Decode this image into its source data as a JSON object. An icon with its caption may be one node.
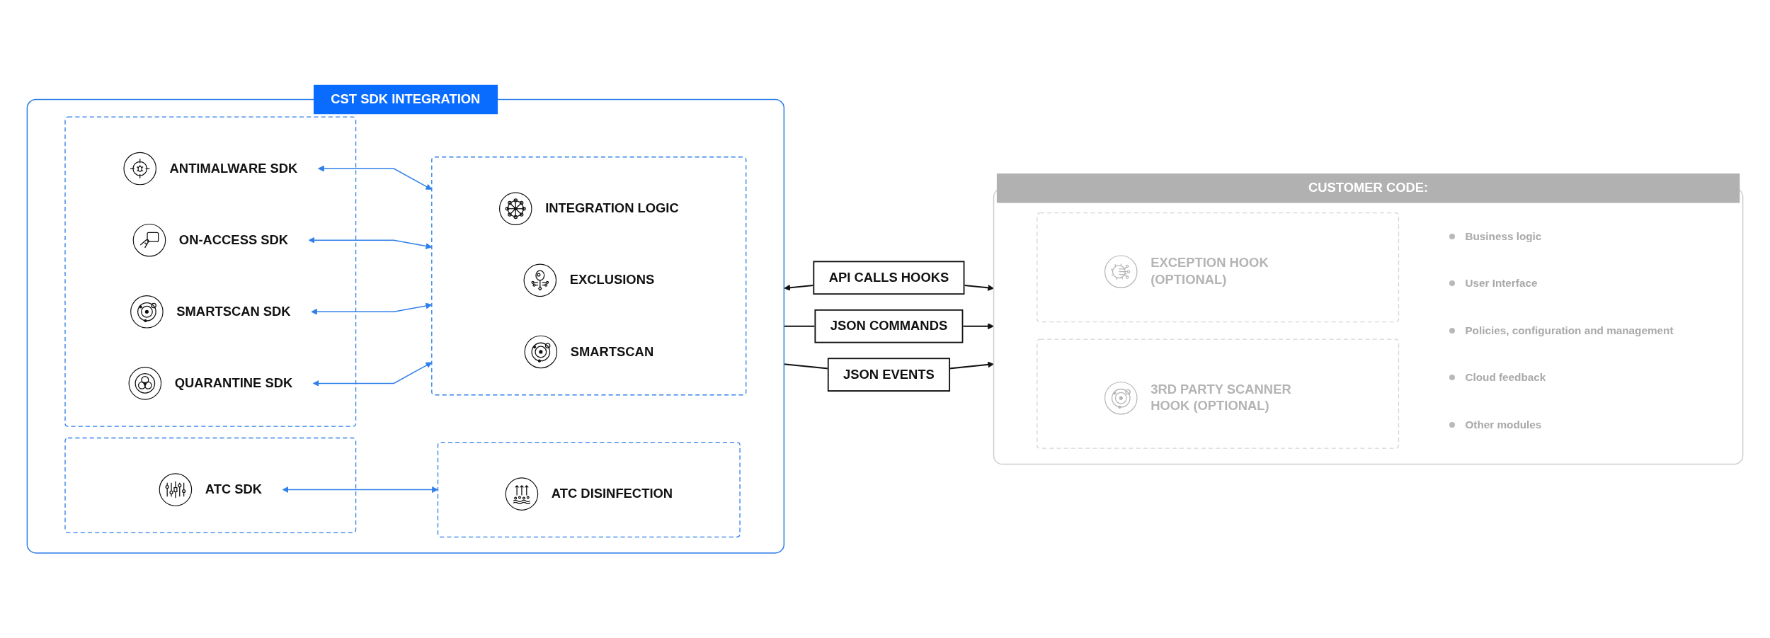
{
  "diagram": {
    "nodes": [
      {
        "text": [
          "CST SDK INTEGRATION"
        ]
      },
      {
        "text": [],
        "shape": "box",
        "in": 0
      },
      {
        "text": [
          "ANTIMALWARE SDK"
        ],
        "in": 1
      },
      {
        "text": [
          "ON-ACCESS SDK"
        ],
        "in": 1
      },
      {
        "text": [
          "SMARTSCAN SDK"
        ],
        "in": 1
      },
      {
        "text": [
          "QUARANTINE SDK"
        ],
        "in": 1
      },
      {
        "text": [],
        "shape": "box",
        "in": 0
      },
      {
        "text": [
          "INTEGRATION LOGIC"
        ],
        "in": 6
      },
      {
        "text": [
          "EXCLUSIONS"
        ],
        "in": 6
      },
      {
        "text": [
          "SMARTSCAN"
        ],
        "in": 6
      },
      {
        "text": [],
        "shape": "box",
        "in": 0
      },
      {
        "text": [
          "ATC SDK"
        ],
        "in": 10
      },
      {
        "text": [],
        "shape": "box",
        "in": 0
      },
      {
        "text": [
          "ATC DISINFECTION"
        ],
        "in": 12
      },
      {
        "text": [
          "CUSTOMER CODE:",
          "Business logic",
          "User Interface",
          "Policies, configuration and management",
          "Cloud feedback",
          "Other modules"
        ]
      },
      {
        "text": [],
        "shape": "box",
        "in": 14
      },
      {
        "text": [
          "EXCEPTION HOOK (OPTIONAL)"
        ],
        "in": 15
      },
      {
        "text": [],
        "shape": "box",
        "in": 14
      },
      {
        "text": [
          "3RD PARTY SCANNER HOOK (OPTIONAL)"
        ],
        "in": 17
      }
    ],
    "edges": [
      {
        "from": 2,
        "to": 6,
        "arrow": "both"
      },
      {
        "from": 3,
        "to": 6,
        "arrow": "both"
      },
      {
        "from": 4,
        "to": 6,
        "arrow": "both"
      },
      {
        "from": 5,
        "to": 6,
        "arrow": "both"
      },
      {
        "from": 11,
        "to": 12,
        "arrow": "both"
      },
      {
        "from": 0,
        "to": 14,
        "arrow": "both",
        "label": "API CALLS HOOKS",
        "color": "#111111"
      },
      {
        "from": 0,
        "to": 14,
        "arrow": "to",
        "label": "JSON COMMANDS",
        "color": "#111111"
      },
      {
        "from": 0,
        "to": 14,
        "arrow": "to",
        "label": "JSON EVENTS",
        "color": "#111111"
      }
    ]
  }
}
